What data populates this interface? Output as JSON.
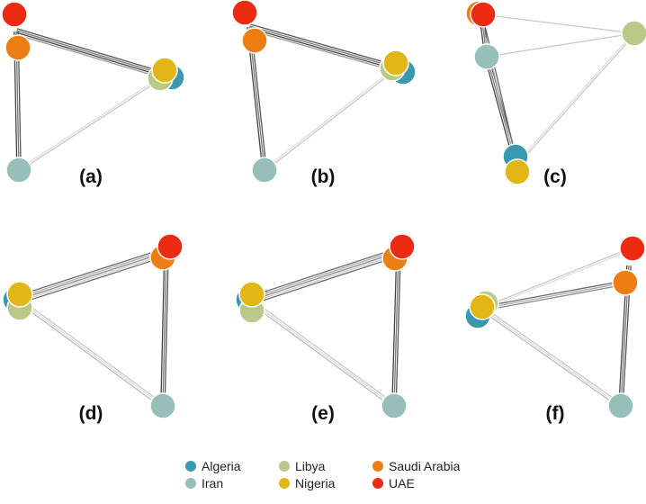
{
  "panels": [
    {
      "label": "(a)"
    },
    {
      "label": "(b)"
    },
    {
      "label": "(c)"
    },
    {
      "label": "(d)"
    },
    {
      "label": "(e)"
    },
    {
      "label": "(f)"
    }
  ],
  "legend": {
    "items": [
      {
        "label": "Algeria",
        "color": "#3a98b0"
      },
      {
        "label": "Iran",
        "color": "#96bfb9"
      },
      {
        "label": "Libya",
        "color": "#b9c98a"
      },
      {
        "label": "Nigeria",
        "color": "#e2b616"
      },
      {
        "label": "Saudi Arabia",
        "color": "#ec7e14"
      },
      {
        "label": "UAE",
        "color": "#ec2b13"
      }
    ]
  }
}
